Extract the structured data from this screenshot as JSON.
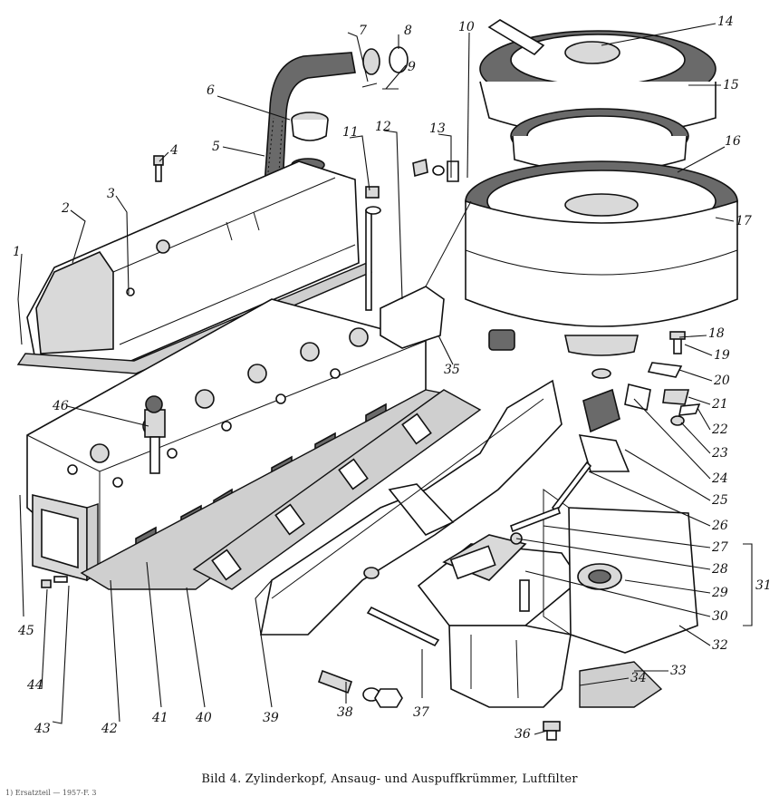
{
  "caption": "Bild 4. Zylinderkopf, Ansaug- und Auspuffkrümmer, Luftfilter",
  "footnote": "1) Ersatzteil — 1957-F. 3",
  "callouts": [
    "1",
    "2",
    "3",
    "4",
    "5",
    "6",
    "7",
    "8",
    "9",
    "10",
    "11",
    "12",
    "13",
    "14",
    "15",
    "16",
    "17",
    "18",
    "19",
    "20",
    "21",
    "22",
    "23",
    "24",
    "25",
    "26",
    "27",
    "28",
    "29",
    "30",
    "31",
    "32",
    "33",
    "34",
    "35",
    "36",
    "37",
    "38",
    "39",
    "40",
    "41",
    "42",
    "43",
    "44",
    "45",
    "46"
  ],
  "parts": {
    "valve_cover": "valve-cover",
    "cylinder_head": "cylinder-head",
    "air_filter": "air-filter",
    "intake_manifold": "intake-manifold",
    "exhaust_manifold": "exhaust-manifold",
    "breather_hose": "breather-hose"
  }
}
